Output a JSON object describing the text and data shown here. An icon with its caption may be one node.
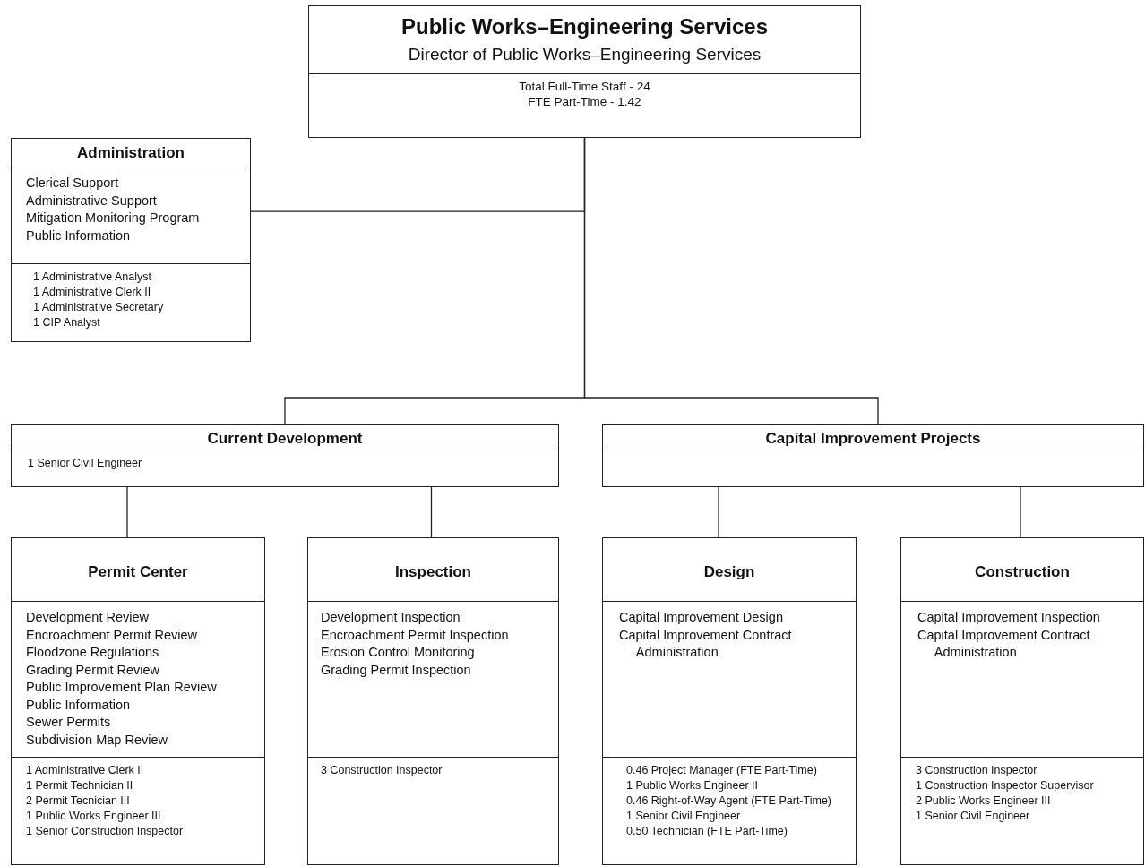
{
  "diagram": {
    "nodes": [
      {
        "text": [
          "Public Works–Engineering Services",
          "Director of Public Works–Engineering Services",
          "Total Full-Time Staff - 24",
          "FTE Part-Time - 1.42"
        ]
      },
      {
        "text": [
          "Administration",
          "Clerical Support",
          "Administrative Support",
          "Mitigation Monitoring Program",
          "Public Information",
          "1 Administrative Analyst",
          "1 Administrative Clerk II",
          "1 Administrative Secretary",
          "1 CIP Analyst"
        ]
      },
      {
        "text": [
          "Current Development",
          "1 Senior Civil Engineer"
        ]
      },
      {
        "text": [
          "Capital Improvement Projects"
        ]
      },
      {
        "text": [
          "Permit Center",
          "Development Review",
          "Encroachment Permit Review",
          "Floodzone Regulations",
          "Grading Permit Review",
          "Public Improvement Plan Review",
          "Public Information",
          "Sewer Permits",
          "Subdivision Map Review",
          "1 Administrative Clerk II",
          "1 Permit Technician II",
          "2 Permit Tecnician III",
          "1 Public Works Engineer III",
          "1 Senior Construction Inspector"
        ]
      },
      {
        "text": [
          "Inspection",
          "Development Inspection",
          "Encroachment Permit Inspection",
          "Erosion Control Monitoring",
          "Grading Permit Inspection",
          "3 Construction Inspector"
        ]
      },
      {
        "text": [
          "Design",
          "Capital Improvement Design",
          "Capital Improvement Contract Administration",
          "0.46 Project Manager (FTE Part-Time)",
          "1 Public Works Engineer II",
          "0.46 Right-of-Way Agent (FTE Part-Time)",
          "1 Senior Civil Engineer",
          "0.50 Technician (FTE Part-Time)"
        ]
      },
      {
        "text": [
          "Construction",
          "Capital Improvement Inspection",
          "Capital Improvement Contract Administration",
          "3 Construction Inspector",
          "1 Construction Inspector Supervisor",
          "2 Public Works Engineer III",
          "1 Senior Civil Engineer"
        ]
      }
    ],
    "edges": [
      {
        "from": 0,
        "to": 1,
        "arrow": "none"
      },
      {
        "from": 0,
        "to": 2,
        "arrow": "none"
      },
      {
        "from": 0,
        "to": 3,
        "arrow": "none"
      },
      {
        "from": 2,
        "to": 4,
        "arrow": "none"
      },
      {
        "from": 2,
        "to": 5,
        "arrow": "none"
      },
      {
        "from": 3,
        "to": 6,
        "arrow": "none"
      },
      {
        "from": 3,
        "to": 7,
        "arrow": "none"
      }
    ]
  }
}
